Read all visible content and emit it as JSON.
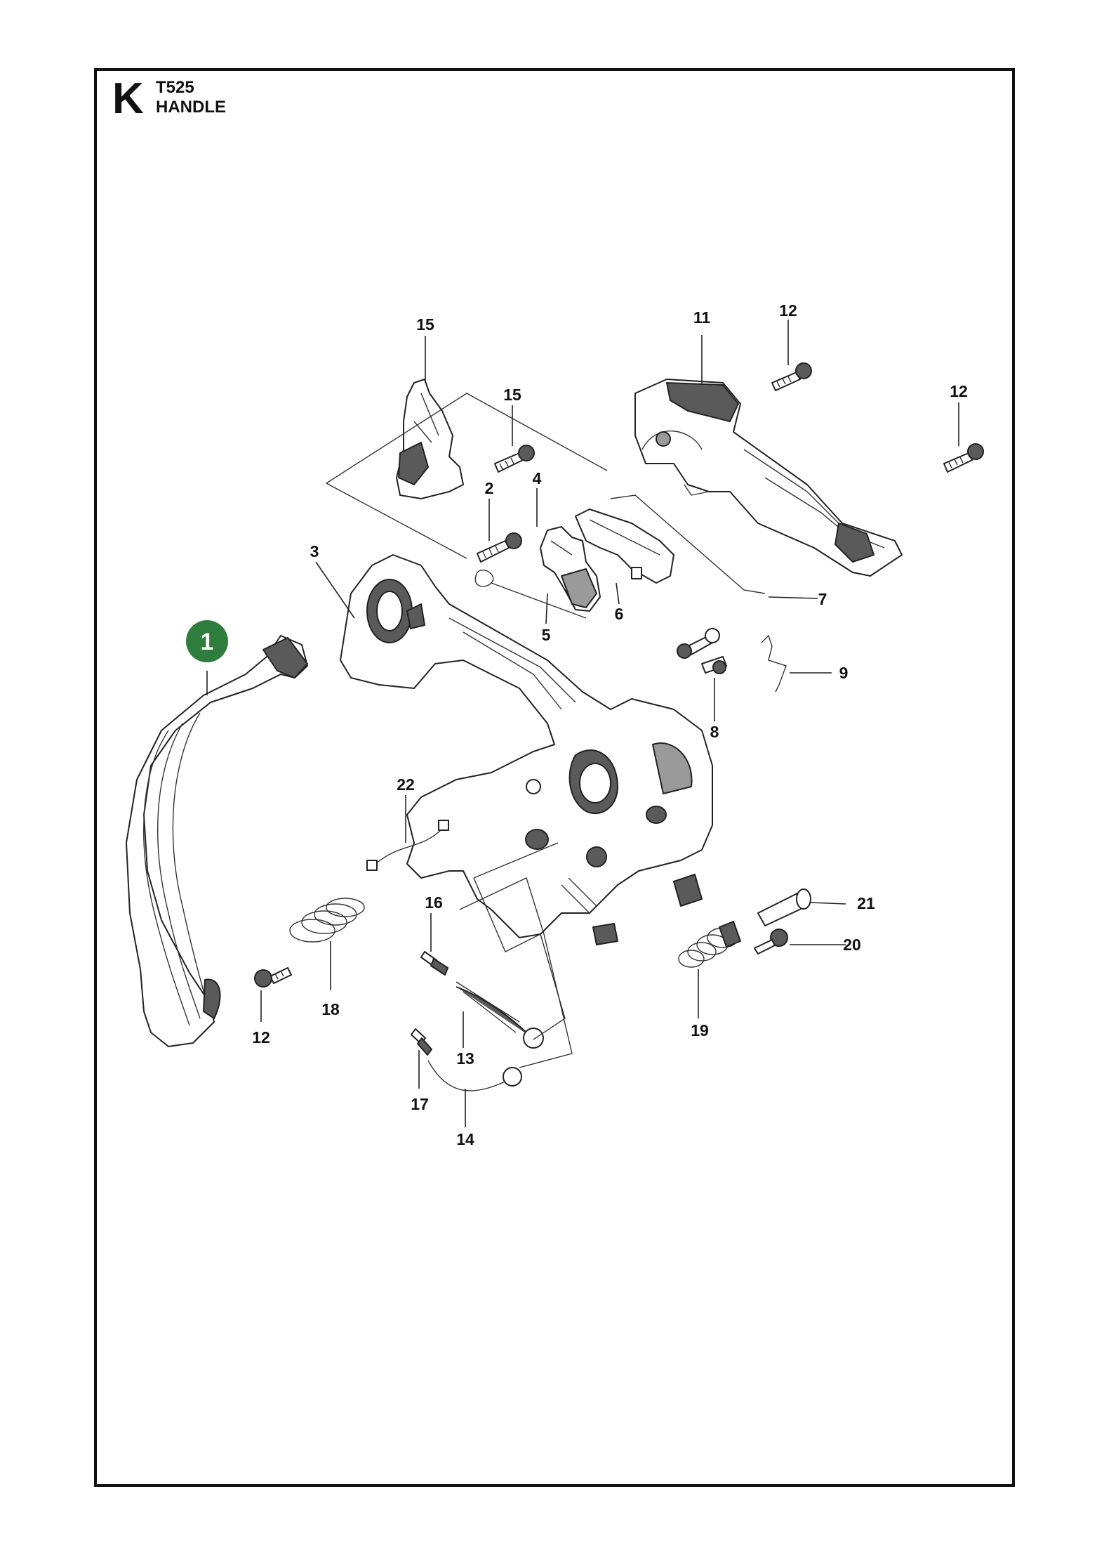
{
  "header": {
    "section_letter": "K",
    "model": "T525",
    "title": "HANDLE"
  },
  "badge": {
    "text": "1",
    "color": "#2f7d3c"
  },
  "callouts": [
    {
      "id": "c2",
      "text": "2"
    },
    {
      "id": "c3",
      "text": "3"
    },
    {
      "id": "c4",
      "text": "4"
    },
    {
      "id": "c5",
      "text": "5"
    },
    {
      "id": "c6",
      "text": "6"
    },
    {
      "id": "c7",
      "text": "7"
    },
    {
      "id": "c8",
      "text": "8"
    },
    {
      "id": "c9",
      "text": "9"
    },
    {
      "id": "c11",
      "text": "11"
    },
    {
      "id": "c12a",
      "text": "12"
    },
    {
      "id": "c12b",
      "text": "12"
    },
    {
      "id": "c12c",
      "text": "12"
    },
    {
      "id": "c13",
      "text": "13"
    },
    {
      "id": "c14",
      "text": "14"
    },
    {
      "id": "c15a",
      "text": "15"
    },
    {
      "id": "c15b",
      "text": "15"
    },
    {
      "id": "c16",
      "text": "16"
    },
    {
      "id": "c17",
      "text": "17"
    },
    {
      "id": "c18",
      "text": "18"
    },
    {
      "id": "c19",
      "text": "19"
    },
    {
      "id": "c20",
      "text": "20"
    },
    {
      "id": "c21",
      "text": "21"
    },
    {
      "id": "c22",
      "text": "22"
    }
  ]
}
